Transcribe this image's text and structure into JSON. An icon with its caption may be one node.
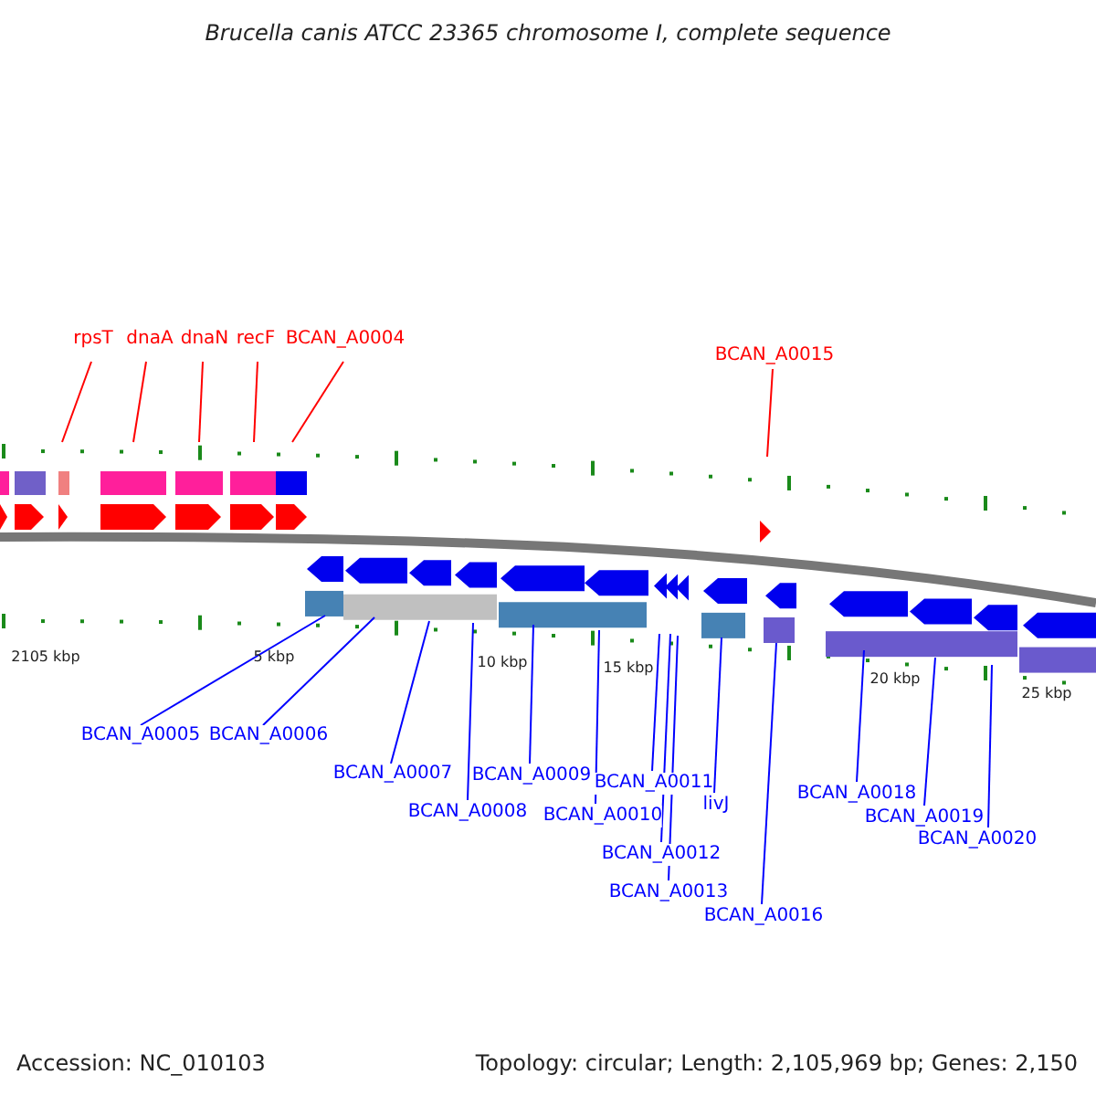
{
  "diagram": {
    "title": "Brucella canis ATCC 23365 chromosome I, complete sequence",
    "nodes": [
      {
        "text": [
          "rpsT"
        ]
      },
      {
        "text": [
          "dnaA"
        ]
      },
      {
        "text": [
          "dnaN"
        ]
      },
      {
        "text": [
          "recF"
        ]
      },
      {
        "text": [
          "BCAN_A0004"
        ]
      },
      {
        "text": [
          "BCAN_A0015"
        ]
      },
      {
        "text": [
          "BCAN_A0005"
        ]
      },
      {
        "text": [
          "BCAN_A0006"
        ]
      },
      {
        "text": [
          "BCAN_A0007"
        ]
      },
      {
        "text": [
          "BCAN_A0008"
        ]
      },
      {
        "text": [
          "BCAN_A0009"
        ]
      },
      {
        "text": [
          "BCAN_A0010"
        ]
      },
      {
        "text": [
          "BCAN_A0011"
        ]
      },
      {
        "text": [
          "BCAN_A0012"
        ]
      },
      {
        "text": [
          "BCAN_A0013"
        ]
      },
      {
        "text": [
          "livJ"
        ]
      },
      {
        "text": [
          "BCAN_A0016"
        ]
      },
      {
        "text": [
          "BCAN_A0018"
        ]
      },
      {
        "text": [
          "BCAN_A0019"
        ]
      },
      {
        "text": [
          "BCAN_A0020"
        ]
      }
    ],
    "edges": [
      {
        "from": 0,
        "to": null,
        "arrow": "none",
        "color": "#ff0000"
      },
      {
        "from": 1,
        "to": null,
        "arrow": "none",
        "color": "#ff0000"
      },
      {
        "from": 2,
        "to": null,
        "arrow": "none",
        "color": "#ff0000"
      },
      {
        "from": 3,
        "to": null,
        "arrow": "none",
        "color": "#ff0000"
      },
      {
        "from": 4,
        "to": null,
        "arrow": "none",
        "color": "#ff0000"
      },
      {
        "from": 5,
        "to": null,
        "arrow": "none",
        "color": "#ff0000"
      },
      {
        "from": 6,
        "to": null,
        "arrow": "none"
      },
      {
        "from": 7,
        "to": null,
        "arrow": "none"
      },
      {
        "from": 8,
        "to": null,
        "arrow": "none"
      },
      {
        "from": 9,
        "to": null,
        "arrow": "none"
      },
      {
        "from": 10,
        "to": null,
        "arrow": "none"
      },
      {
        "from": 11,
        "to": null,
        "arrow": "none"
      },
      {
        "from": 12,
        "to": null,
        "arrow": "none"
      },
      {
        "from": 13,
        "to": null,
        "arrow": "none"
      },
      {
        "from": 14,
        "to": null,
        "arrow": "none"
      },
      {
        "from": 15,
        "to": null,
        "arrow": "none"
      },
      {
        "from": 16,
        "to": null,
        "arrow": "none"
      },
      {
        "from": 17,
        "to": null,
        "arrow": "none"
      },
      {
        "from": 18,
        "to": null,
        "arrow": "none"
      },
      {
        "from": 19,
        "to": null,
        "arrow": "none"
      }
    ],
    "labels": [
      "2105 kbp",
      "5 kbp",
      "10 kbp",
      "15 kbp",
      "20 kbp",
      "25 kbp",
      "Accession: NC_010103",
      "Topology: circular; Length: 2,105,969 bp; Genes: 2,150"
    ]
  }
}
